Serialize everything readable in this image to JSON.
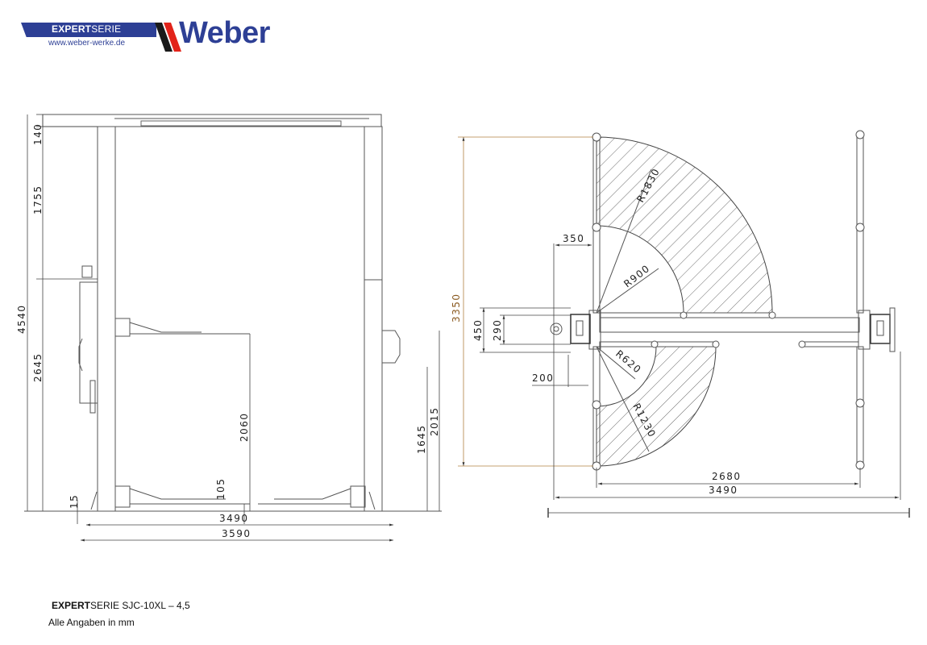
{
  "header": {
    "series_bold": "EXPERT",
    "series_rest": "SERIE",
    "url": "www.weber-werke.de",
    "brand": "Weber",
    "colors": {
      "brand_blue": "#2d3f95",
      "stripe_red": "#e2231a",
      "stripe_black": "#1a1a1a"
    }
  },
  "front_view": {
    "dimensions": {
      "top_clearance": "140",
      "upper_column": "1755",
      "total_height": "4540",
      "lower_column": "2645",
      "max_lift_height": "2060",
      "min_pad_height": "105",
      "base_plate": "15",
      "column_outer_height": "2015",
      "column_inner_height": "1645",
      "inner_width": "3490",
      "total_width": "3590"
    }
  },
  "top_view": {
    "dimensions": {
      "depth": "3350",
      "arm_offset": "350",
      "column_depth": "450",
      "column_inner_depth": "290",
      "column_offset": "200",
      "radius_long_arm_max": "R1830",
      "radius_long_arm_min": "R900",
      "radius_short_arm_min": "R620",
      "radius_short_arm_max": "R1230",
      "arm_span": "2680",
      "inner_width": "3490"
    }
  },
  "footer": {
    "model_bold": "EXPERT",
    "model_rest": "SERIE SJC-10XL – 4,5",
    "note": "Alle Angaben in mm"
  }
}
